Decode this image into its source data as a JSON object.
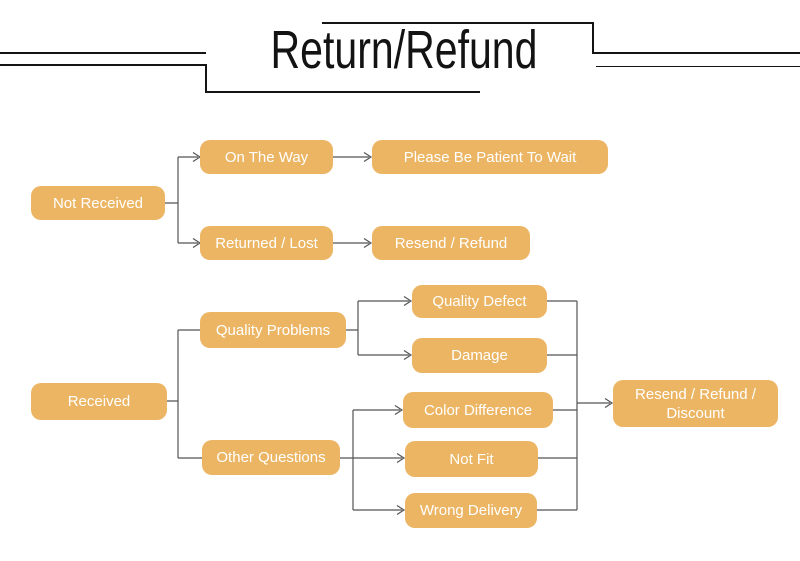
{
  "title": "Return/Refund",
  "colors": {
    "node_fill": "#ECB563",
    "node_text": "#FFFFFF",
    "connector": "#555555",
    "ornament": "#141414",
    "background": "#FFFFFF"
  },
  "diagram": {
    "nodes": {
      "not_received": "Not Received",
      "on_the_way": "On The Way",
      "please_wait": "Please Be Patient To Wait",
      "returned_lost": "Returned / Lost",
      "resend_refund": "Resend / Refund",
      "received": "Received",
      "quality_problems": "Quality Problems",
      "other_questions": "Other Questions",
      "quality_defect": "Quality Defect",
      "damage": "Damage",
      "color_difference": "Color Difference",
      "not_fit": "Not Fit",
      "wrong_delivery": "Wrong Delivery",
      "resend_refund_discount": "Resend / Refund / Discount"
    },
    "edges": [
      {
        "from": "Not Received",
        "to": "On The Way"
      },
      {
        "from": "Not Received",
        "to": "Returned / Lost"
      },
      {
        "from": "On The Way",
        "to": "Please Be Patient To Wait"
      },
      {
        "from": "Returned / Lost",
        "to": "Resend / Refund"
      },
      {
        "from": "Received",
        "to": "Quality Problems"
      },
      {
        "from": "Received",
        "to": "Other Questions"
      },
      {
        "from": "Quality Problems",
        "to": "Quality Defect"
      },
      {
        "from": "Quality Problems",
        "to": "Damage"
      },
      {
        "from": "Other Questions",
        "to": "Color Difference"
      },
      {
        "from": "Other Questions",
        "to": "Not Fit"
      },
      {
        "from": "Other Questions",
        "to": "Wrong Delivery"
      },
      {
        "from": "Quality Defect",
        "to": "Resend / Refund / Discount"
      },
      {
        "from": "Damage",
        "to": "Resend / Refund / Discount"
      },
      {
        "from": "Color Difference",
        "to": "Resend / Refund / Discount"
      },
      {
        "from": "Not Fit",
        "to": "Resend / Refund / Discount"
      },
      {
        "from": "Wrong Delivery",
        "to": "Resend / Refund / Discount"
      }
    ]
  }
}
